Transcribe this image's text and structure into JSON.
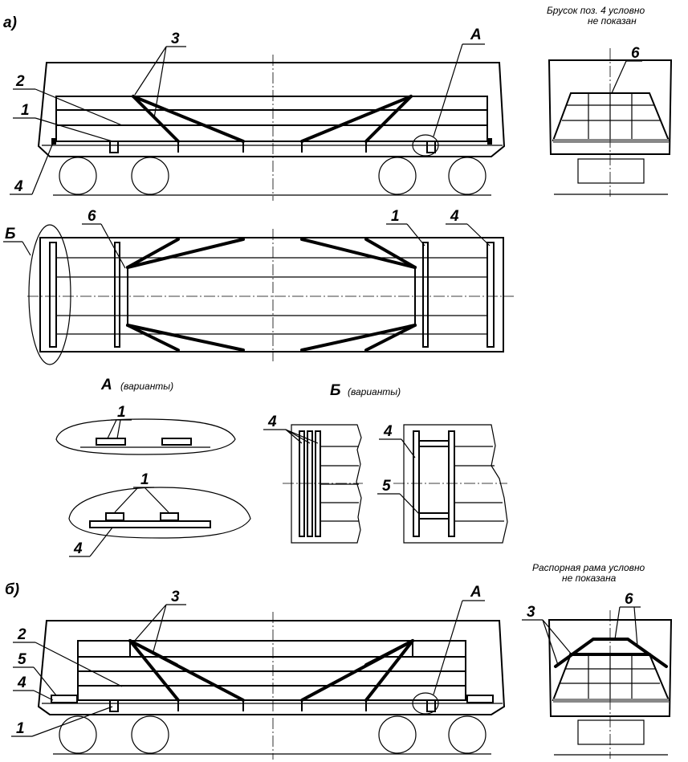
{
  "view_a_label": "а)",
  "view_b_label": "б)",
  "note_top": {
    "line1": "Брусок поз. 4 условно",
    "line2": "не показан"
  },
  "note_bottom": {
    "line1": "Распорная рама условно",
    "line2": "не показана"
  },
  "detail_a_title": {
    "letter": "А",
    "suffix": "(варианты)"
  },
  "detail_b_title": {
    "letter": "Б",
    "suffix": "(варианты)"
  },
  "callout_a": "А",
  "callout_b": "Б",
  "positions": {
    "p1": "1",
    "p2": "2",
    "p3": "3",
    "p4": "4",
    "p5": "5",
    "p6": "6"
  }
}
